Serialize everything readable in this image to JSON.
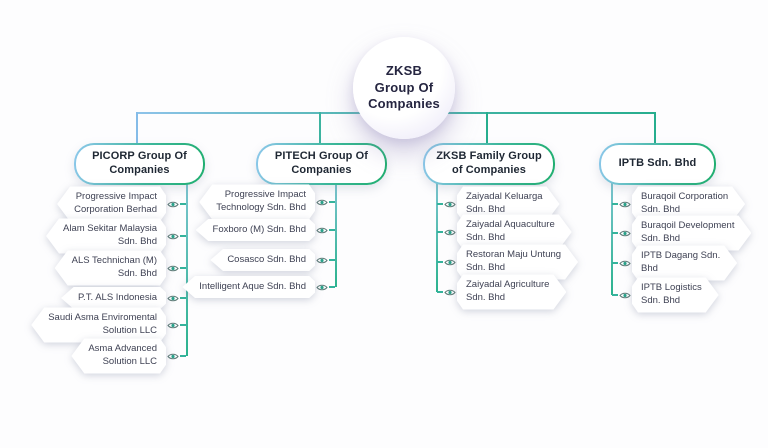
{
  "root": {
    "label": "ZKSB\nGroup Of\nCompanies"
  },
  "groups": [
    {
      "label": "PICORP Group Of\nCompanies",
      "children": [
        {
          "label": "Progressive Impact\nCorporation Berhad"
        },
        {
          "label": "Alam Sekitar Malaysia\nSdn. Bhd"
        },
        {
          "label": "ALS Technichan (M)\nSdn. Bhd"
        },
        {
          "label": "P.T. ALS Indonesia"
        },
        {
          "label": "Saudi Asma Enviromental\nSolution LLC"
        },
        {
          "label": "Asma Advanced\nSolution LLC"
        }
      ]
    },
    {
      "label": "PITECH Group Of\nCompanies",
      "children": [
        {
          "label": "Progressive Impact\nTechnology Sdn. Bhd"
        },
        {
          "label": "Foxboro (M) Sdn. Bhd"
        },
        {
          "label": "Cosasco Sdn. Bhd"
        },
        {
          "label": "Intelligent Aque Sdn. Bhd"
        }
      ]
    },
    {
      "label": "ZKSB Family Group\nof Companies",
      "children": [
        {
          "label": "Zaiyadal Keluarga\nSdn. Bhd"
        },
        {
          "label": "Zaiyadal Aquaculture\nSdn. Bhd"
        },
        {
          "label": "Restoran Maju Untung\nSdn. Bhd"
        },
        {
          "label": "Zaiyadal Agriculture\nSdn. Bhd"
        }
      ]
    },
    {
      "label": "IPTB Sdn. Bhd",
      "children": [
        {
          "label": "Buraqoil Corporation\nSdn. Bhd"
        },
        {
          "label": "Buraqoil Development\nSdn. Bhd"
        },
        {
          "label": "IPTB Dagang Sdn.\nBhd"
        },
        {
          "label": "IPTB Logistics\nSdn. Bhd"
        }
      ]
    }
  ],
  "icons": {
    "node_marker": "eye-icon"
  },
  "colors": {
    "accent_blue": "#8EC3EA",
    "accent_green": "#27AE8E",
    "line_teal": "#35B39C",
    "circle_shadow": "#928ABA",
    "text_dark": "#252540",
    "text_body": "#3F4254"
  }
}
